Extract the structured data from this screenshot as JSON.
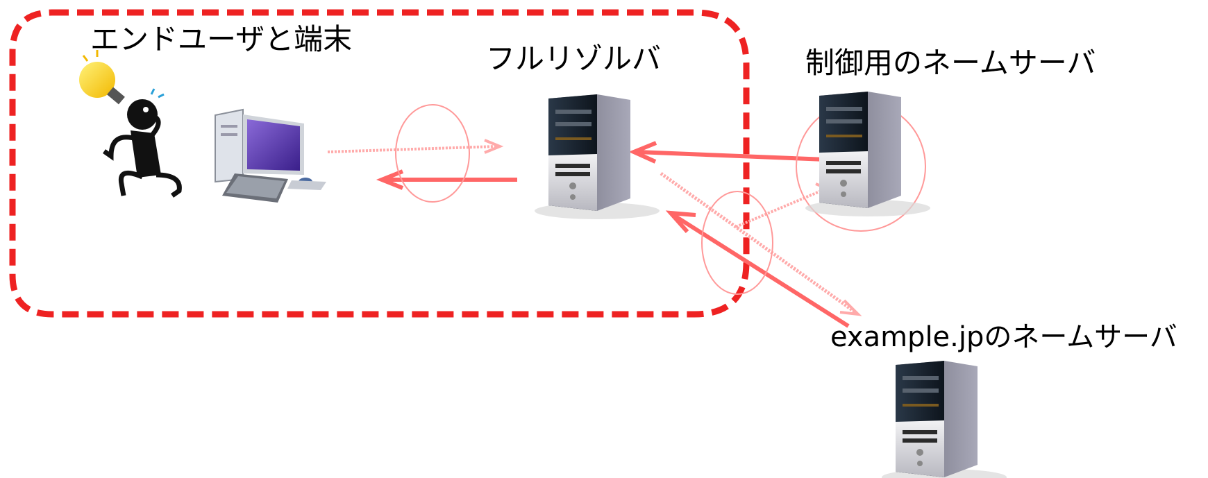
{
  "labels": {
    "end_user": "エンドユーザと端末",
    "full_resolver": "フルリゾルバ",
    "control_nameserver": "制御用のネームサーバ",
    "example_nameserver": "example.jpのネームサーバ"
  },
  "colors": {
    "boundary": "#ee2222",
    "arrow": "#ff6666",
    "arrow_faint": "#ffaaaa",
    "server_dark": "#1e2a38",
    "server_body": "#c8c8d0"
  },
  "icons": {
    "person": "person-with-lightbulb-icon",
    "terminal": "desktop-computer-icon",
    "server": "server-tower-icon"
  }
}
